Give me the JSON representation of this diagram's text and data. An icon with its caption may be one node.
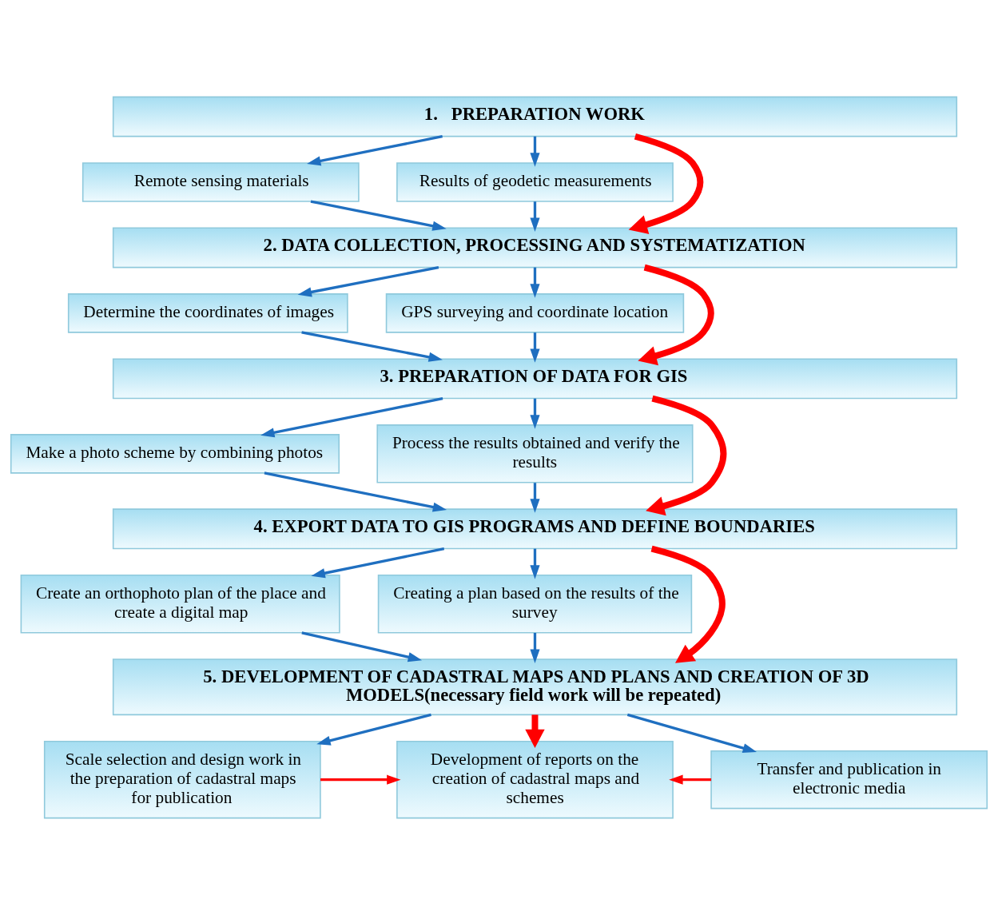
{
  "diagram": {
    "nodes": [
      {
        "text": [
          "1.   PREPARATION WORK"
        ]
      },
      {
        "text": [
          "Remote sensing materials"
        ]
      },
      {
        "text": [
          "Results of geodetic measurements"
        ]
      },
      {
        "text": [
          "2. DATA COLLECTION, PROCESSING AND SYSTEMATIZATION"
        ]
      },
      {
        "text": [
          "Determine the coordinates of images"
        ]
      },
      {
        "text": [
          "GPS surveying and coordinate location"
        ]
      },
      {
        "text": [
          "3. PREPARATION OF DATA FOR GIS"
        ]
      },
      {
        "text": [
          "Make a photo scheme by combining photos"
        ]
      },
      {
        "text": [
          "Process the results obtained and verify the results"
        ]
      },
      {
        "text": [
          "4. EXPORT DATA TO GIS PROGRAMS AND DEFINE BOUNDARIES"
        ]
      },
      {
        "text": [
          "Create an orthophoto plan of the place and create a digital map"
        ]
      },
      {
        "text": [
          "Creating a plan based on the results of the survey"
        ]
      },
      {
        "text": [
          "5. DEVELOPMENT OF CADASTRAL MAPS AND PLANS AND CREATION OF 3D MODELS(necessary field work will be repeated)"
        ]
      },
      {
        "text": [
          "Scale selection and design work in the preparation of cadastral maps for publication"
        ]
      },
      {
        "text": [
          "Development of reports on the creation of cadastral maps and schemes"
        ]
      },
      {
        "text": [
          "Transfer and publication in electronic media"
        ]
      }
    ],
    "edges": [
      {
        "from": 0,
        "to": 1,
        "arrow": "to"
      },
      {
        "from": 0,
        "to": 2,
        "arrow": "to"
      },
      {
        "from": 0,
        "to": 3,
        "arrow": "to",
        "style": "thick",
        "color": "#ff0000"
      },
      {
        "from": 1,
        "to": 3,
        "arrow": "to"
      },
      {
        "from": 2,
        "to": 3,
        "arrow": "to"
      },
      {
        "from": 3,
        "to": 4,
        "arrow": "to"
      },
      {
        "from": 3,
        "to": 5,
        "arrow": "to"
      },
      {
        "from": 3,
        "to": 6,
        "arrow": "to",
        "style": "thick",
        "color": "#ff0000"
      },
      {
        "from": 4,
        "to": 6,
        "arrow": "to"
      },
      {
        "from": 5,
        "to": 6,
        "arrow": "to"
      },
      {
        "from": 6,
        "to": 7,
        "arrow": "to"
      },
      {
        "from": 6,
        "to": 8,
        "arrow": "to"
      },
      {
        "from": 6,
        "to": 9,
        "arrow": "to",
        "style": "thick",
        "color": "#ff0000"
      },
      {
        "from": 7,
        "to": 9,
        "arrow": "to"
      },
      {
        "from": 8,
        "to": 9,
        "arrow": "to"
      },
      {
        "from": 9,
        "to": 10,
        "arrow": "to"
      },
      {
        "from": 9,
        "to": 11,
        "arrow": "to"
      },
      {
        "from": 9,
        "to": 12,
        "arrow": "to",
        "style": "thick",
        "color": "#ff0000"
      },
      {
        "from": 10,
        "to": 12,
        "arrow": "to"
      },
      {
        "from": 11,
        "to": 12,
        "arrow": "to"
      },
      {
        "from": 12,
        "to": 13,
        "arrow": "to"
      },
      {
        "from": 12,
        "to": 14,
        "arrow": "to",
        "style": "thick",
        "color": "#ff0000"
      },
      {
        "from": 12,
        "to": 15,
        "arrow": "to"
      },
      {
        "from": 13,
        "to": 14,
        "arrow": "to",
        "color": "#ff0000"
      },
      {
        "from": 15,
        "to": 14,
        "arrow": "to",
        "color": "#ff0000"
      }
    ]
  }
}
